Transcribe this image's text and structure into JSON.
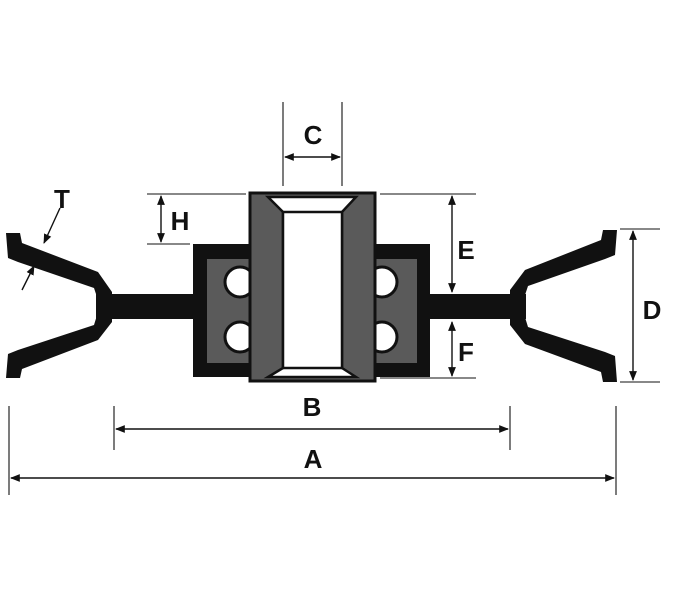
{
  "diagram": {
    "colors": {
      "outline": "#111111",
      "hub_fill": "#5a5a5a",
      "bore_fill": "#ffffff",
      "ball_fill": "#ffffff",
      "background": "#ffffff"
    },
    "labels": {
      "A": "A",
      "B": "B",
      "C": "C",
      "D": "D",
      "E": "E",
      "F": "F",
      "H": "H",
      "T": "T"
    }
  }
}
